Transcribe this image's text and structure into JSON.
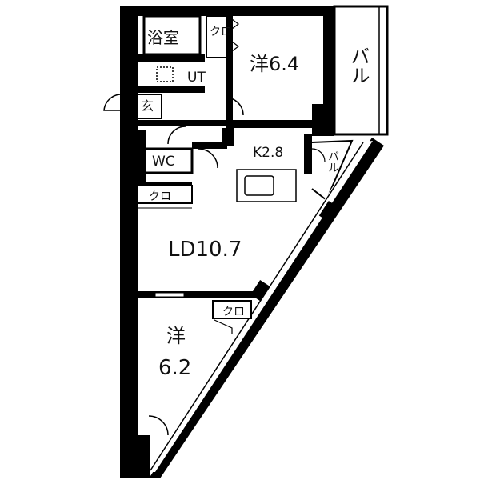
{
  "rooms": {
    "bath": "浴室",
    "closet_top": "クロ",
    "western_1": "洋6.4",
    "balcony_large": "バル",
    "utility": "UT",
    "entrance": "玄",
    "toilet": "WC",
    "kitchen": "K2.8",
    "balcony_small": "バル",
    "closet_left": "クロ",
    "living_dining": "LD10.7",
    "closet_bottom": "クロ",
    "western_2_name": "洋",
    "western_2_size": "6.2"
  }
}
